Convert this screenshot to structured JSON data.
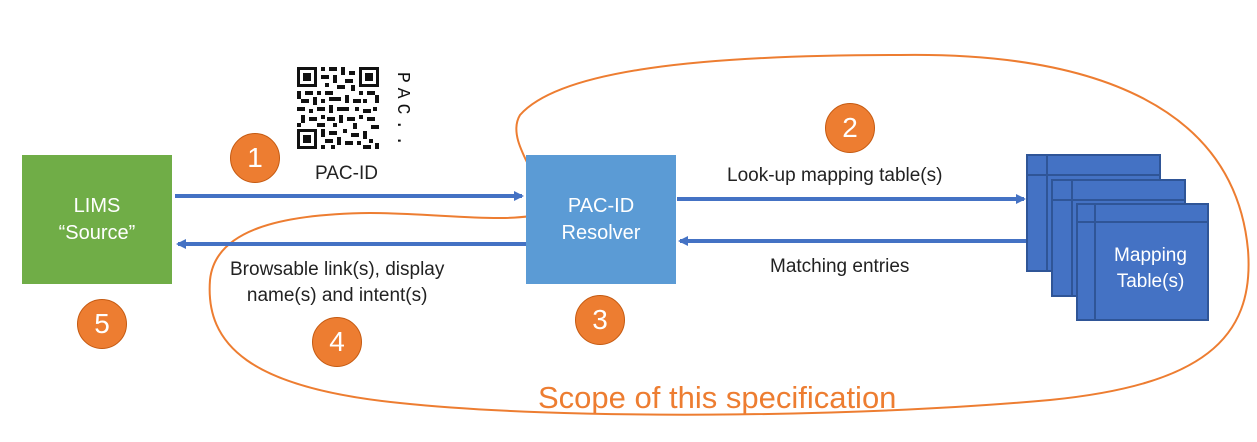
{
  "colors": {
    "lims_fill": "#70ad47",
    "resolver_fill": "#5b9bd5",
    "table_fill": "#4472c4",
    "table_border": "#2f5597",
    "arrow": "#4472c4",
    "scope_line": "#ed7d31",
    "badge_fill": "#ed7d31",
    "scope_text": "#ed7d31"
  },
  "nodes": {
    "lims": {
      "line1": "LIMS",
      "line2": "“Source”"
    },
    "resolver": {
      "line1": "PAC-ID",
      "line2": "Resolver"
    },
    "mapping_table": {
      "line1": "Mapping",
      "line2": "Table(s)"
    }
  },
  "qr": {
    "vertical_text": "PAC.."
  },
  "edges": {
    "pac_id": {
      "label": "PAC-ID"
    },
    "lookup": {
      "label": "Look-up mapping table(s)"
    },
    "matching": {
      "label": "Matching entries"
    },
    "browsable": {
      "line1": "Browsable link(s), display",
      "line2": "name(s) and intent(s)"
    }
  },
  "badges": {
    "b1": "1",
    "b2": "2",
    "b3": "3",
    "b4": "4",
    "b5": "5"
  },
  "scope": {
    "label": "Scope of this specification"
  }
}
